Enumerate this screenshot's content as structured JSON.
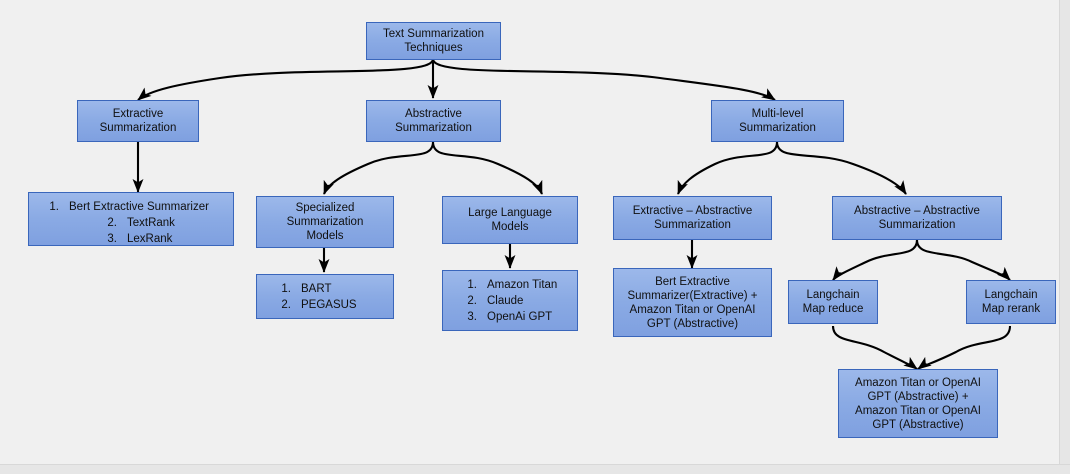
{
  "diagram": {
    "title": "Text Summarization Techniques",
    "type": "flowchart",
    "background_color": "#f0f0f0",
    "node_fill_color": "#8aaae4",
    "node_border_color": "#3a66bb",
    "edge_color": "#000000"
  },
  "nodes": {
    "root": {
      "lines": [
        "Text Summarization",
        "Techniques"
      ]
    },
    "extractive": {
      "lines": [
        "Extractive",
        "Summarization"
      ]
    },
    "abstractive": {
      "lines": [
        "Abstractive",
        "Summarization"
      ]
    },
    "multilevel": {
      "lines": [
        "Multi-level",
        "Summarization"
      ]
    },
    "extractive_list": {
      "items": [
        {
          "num": "1.",
          "text": "Bert Extractive Summarizer"
        },
        {
          "num": "2.",
          "text": "TextRank"
        },
        {
          "num": "3.",
          "text": "LexRank"
        }
      ]
    },
    "specialized_models": {
      "lines": [
        "Specialized",
        "Summarization",
        "Models"
      ]
    },
    "specialized_list": {
      "items": [
        {
          "num": "1.",
          "text": "BART"
        },
        {
          "num": "2.",
          "text": "PEGASUS"
        }
      ]
    },
    "llm": {
      "lines": [
        "Large Language",
        "Models"
      ]
    },
    "llm_list": {
      "items": [
        {
          "num": "1.",
          "text": "Amazon Titan"
        },
        {
          "num": "2.",
          "text": "Claude"
        },
        {
          "num": "3.",
          "text": "OpenAi GPT"
        }
      ]
    },
    "extractive_abstractive": {
      "lines": [
        "Extractive – Abstractive",
        "Summarization"
      ]
    },
    "abstractive_abstractive": {
      "lines": [
        "Abstractive – Abstractive",
        "Summarization"
      ]
    },
    "extractive_abstractive_detail": {
      "lines": [
        "Bert Extractive",
        "Summarizer(Extractive) +",
        "Amazon Titan or OpenAI",
        "GPT (Abstractive)"
      ]
    },
    "langchain_map_reduce": {
      "lines": [
        "Langchain",
        "Map reduce"
      ]
    },
    "langchain_map_rerank": {
      "lines": [
        "Langchain",
        "Map rerank"
      ]
    },
    "abstractive_abstractive_detail": {
      "lines": [
        "Amazon Titan or OpenAI",
        "GPT (Abstractive) +",
        "Amazon Titan or OpenAI",
        "GPT (Abstractive)"
      ]
    }
  },
  "edges": [
    {
      "from": "root",
      "to": "extractive"
    },
    {
      "from": "root",
      "to": "abstractive"
    },
    {
      "from": "root",
      "to": "multilevel"
    },
    {
      "from": "extractive",
      "to": "extractive_list"
    },
    {
      "from": "abstractive",
      "to": "specialized_models"
    },
    {
      "from": "abstractive",
      "to": "llm"
    },
    {
      "from": "specialized_models",
      "to": "specialized_list"
    },
    {
      "from": "llm",
      "to": "llm_list"
    },
    {
      "from": "multilevel",
      "to": "extractive_abstractive"
    },
    {
      "from": "multilevel",
      "to": "abstractive_abstractive"
    },
    {
      "from": "extractive_abstractive",
      "to": "extractive_abstractive_detail"
    },
    {
      "from": "abstractive_abstractive",
      "to": "langchain_map_reduce"
    },
    {
      "from": "abstractive_abstractive",
      "to": "langchain_map_rerank"
    },
    {
      "from": "langchain_map_reduce",
      "to": "abstractive_abstractive_detail"
    },
    {
      "from": "langchain_map_rerank",
      "to": "abstractive_abstractive_detail"
    }
  ]
}
